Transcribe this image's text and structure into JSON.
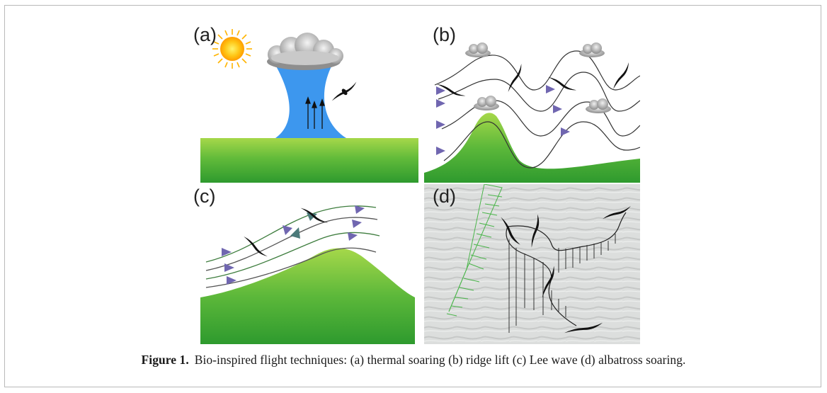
{
  "figure": {
    "panels": [
      {
        "label": "(a)",
        "technique": "thermal soaring"
      },
      {
        "label": "(b)",
        "technique": "ridge lift"
      },
      {
        "label": "(c)",
        "technique": "Lee wave"
      },
      {
        "label": "(d)",
        "technique": "albatross soaring"
      }
    ],
    "caption_label": "Figure 1.",
    "caption_text": "Bio-inspired flight techniques: (a) thermal soaring (b) ridge lift (c) Lee wave (d) albatross soaring."
  },
  "colors": {
    "ground_light": "#a6d84a",
    "ground_dark": "#2e9a2e",
    "thermal_blue": "#3d97ee",
    "arrow_purple": "#7066b0",
    "sea_gray": "#dcdedd",
    "wind_profile_green": "#4bb54b"
  },
  "icons": [
    "sun-icon",
    "cloud-icon",
    "bird-icon",
    "wind-arrow-icon"
  ]
}
